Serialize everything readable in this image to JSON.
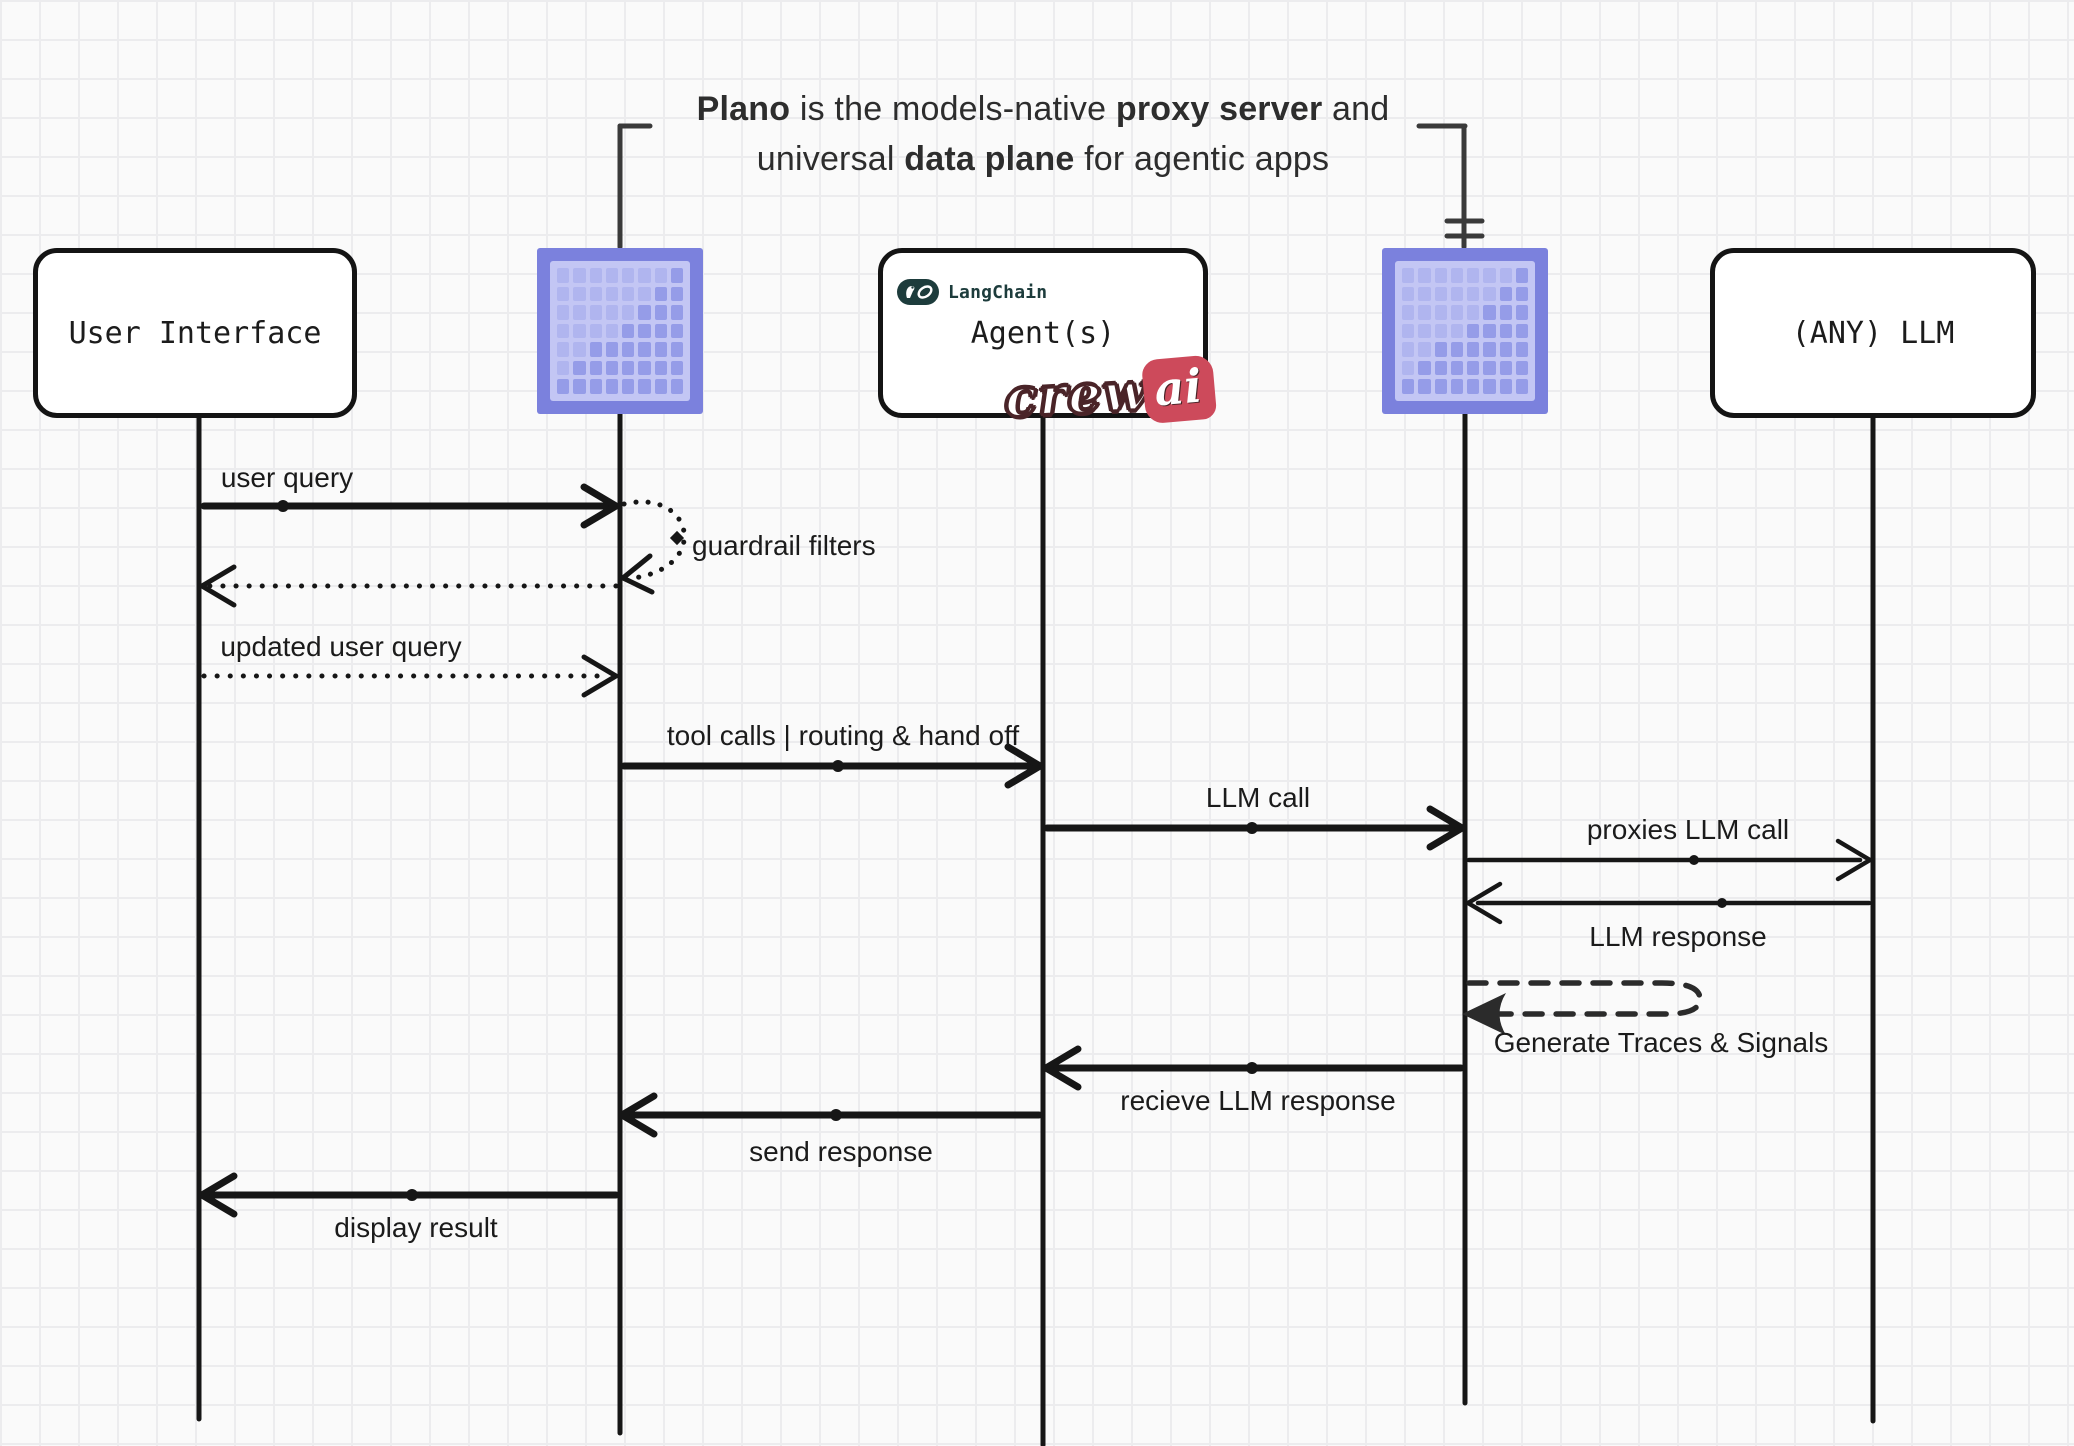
{
  "title": {
    "line1": [
      {
        "text": "Plano",
        "bold": true
      },
      {
        "text": " is the models-native ",
        "bold": false
      },
      {
        "text": "proxy server",
        "bold": true
      },
      {
        "text": " and",
        "bold": false
      }
    ],
    "line2": [
      {
        "text": "universal ",
        "bold": false
      },
      {
        "text": "data plane",
        "bold": true
      },
      {
        "text": " for agentic apps",
        "bold": false
      }
    ]
  },
  "actors": {
    "user_interface": "User Interface",
    "agents": "Agent(s)",
    "any_llm": "(ANY) LLM",
    "langchain_label": "LangChain",
    "crewai_script": "crew",
    "crewai_accent": "ai",
    "plano_icon_name": "plano-pixel-grid-icon"
  },
  "messages": {
    "user_query": "user query",
    "guardrail_filters": "guardrail filters",
    "updated_user_query": "updated user query",
    "tool_calls": "tool calls | routing & hand off",
    "llm_call": "LLM call",
    "proxies_llm_call": "proxies LLM call",
    "llm_response": "LLM response",
    "generate_traces": "Generate Traces & Signals",
    "recieve_llm_response": "recieve LLM response",
    "send_response": "send response",
    "display_result": "display result"
  },
  "icon_pattern": [
    [
      0,
      0,
      0,
      0,
      0,
      0,
      0,
      1
    ],
    [
      0,
      0,
      0,
      0,
      0,
      0,
      1,
      1
    ],
    [
      0,
      0,
      0,
      0,
      0,
      1,
      1,
      1
    ],
    [
      0,
      0,
      0,
      0,
      1,
      1,
      1,
      1
    ],
    [
      0,
      0,
      1,
      1,
      1,
      1,
      1,
      1
    ],
    [
      0,
      1,
      1,
      1,
      1,
      1,
      1,
      1
    ],
    [
      1,
      1,
      1,
      1,
      1,
      1,
      1,
      1
    ]
  ],
  "colors": {
    "ink": "#1a1a1a",
    "title_ink": "#2d2d2d",
    "canvas_bg": "#fafafa",
    "grid_line": "#ececee",
    "icon_border": "#7b81dd",
    "icon_panel": "#c3c6f4",
    "icon_cell_dark": "#959ce8",
    "icon_cell_light": "#b0b5ef",
    "langchain_teal": "#1d3c3c",
    "crewai_brown": "#4a2428",
    "crewai_red": "#cd4a5b"
  }
}
